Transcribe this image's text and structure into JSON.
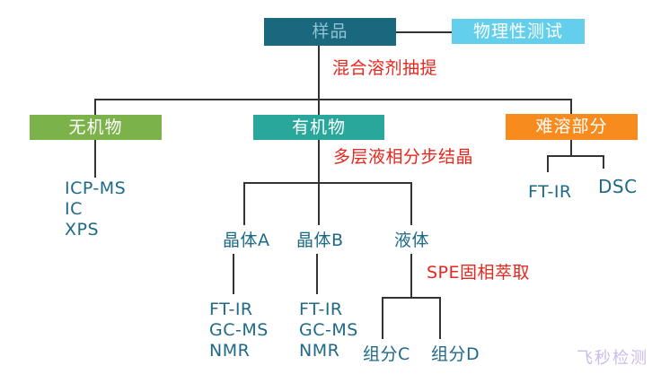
{
  "title_boxes": {
    "sample": "样品",
    "physical_test": "物理性测试",
    "inorganic": "无机物",
    "organic": "有机物",
    "insoluble": "难溶部分"
  },
  "process_labels": {
    "extraction": "混合溶剂抽提",
    "crystallization": "多层液相分步结晶",
    "spe": "SPE固相萃取"
  },
  "inorganic_methods": [
    "ICP-MS",
    "IC",
    "XPS"
  ],
  "organic_children": {
    "crystal_a": "晶体A",
    "crystal_b": "晶体B",
    "liquid": "液体"
  },
  "crystal_a_methods": [
    "FT-IR",
    "GC-MS",
    "NMR"
  ],
  "crystal_b_methods": [
    "FT-IR",
    "GC-MS",
    "NMR"
  ],
  "liquid_fractions": {
    "fraction_c": "组分C",
    "fraction_d": "组分D"
  },
  "insoluble_methods": {
    "ft_ir": "FT-IR",
    "dsc": "DSC"
  },
  "watermark": "飞秒检测",
  "colors": {
    "sample_box": "#19687E",
    "sample_text": "#8FC2D2",
    "physical_box": "#63CFEC",
    "inorganic_box": "#7BB24A",
    "organic_box": "#2AA79B",
    "insoluble_box": "#F78B1E",
    "process_text": "#E8261D",
    "leaf_text": "#1E6A87",
    "connector_line": "#333333",
    "watermark_text": "#C9BCE9",
    "background": "#FFFFFF"
  }
}
